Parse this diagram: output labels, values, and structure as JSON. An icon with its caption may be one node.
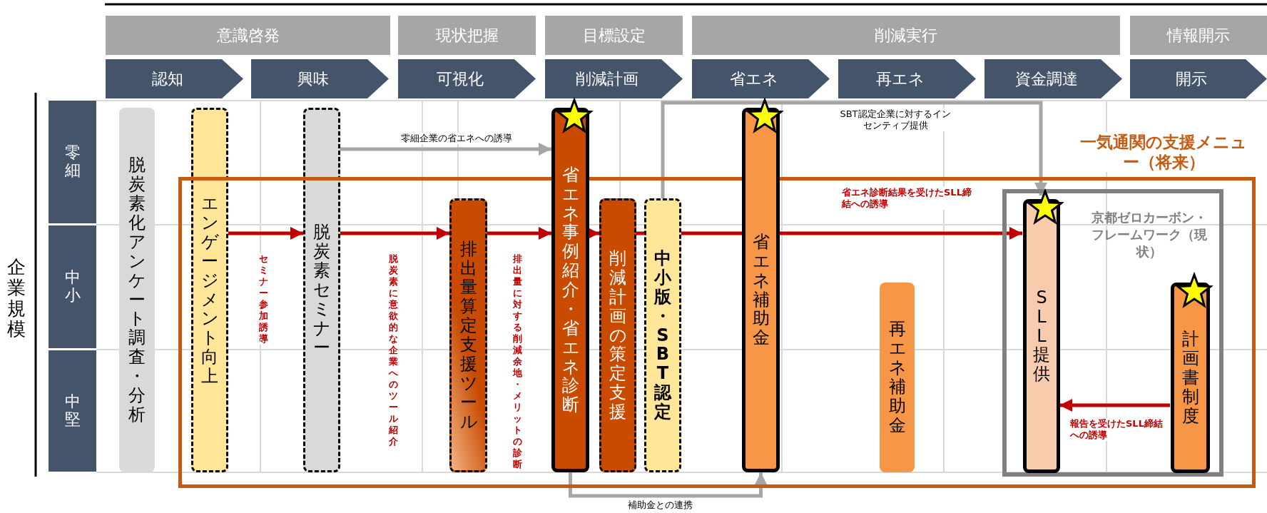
{
  "diagram": {
    "nodes": [
      {
        "text": [
          "意識啓発"
        ]
      },
      {
        "text": [
          "現状把握"
        ]
      },
      {
        "text": [
          "目標設定"
        ]
      },
      {
        "text": [
          "削減実行"
        ]
      },
      {
        "text": [
          "情報開示"
        ]
      },
      {
        "text": [
          "認知"
        ]
      },
      {
        "text": [
          "興味"
        ]
      },
      {
        "text": [
          "可視化"
        ]
      },
      {
        "text": [
          "削減計画"
        ]
      },
      {
        "text": [
          "省エネ"
        ]
      },
      {
        "text": [
          "再エネ"
        ]
      },
      {
        "text": [
          "資金調達"
        ]
      },
      {
        "text": [
          "開示"
        ]
      },
      {
        "text": [
          "零細"
        ]
      },
      {
        "text": [
          "中小"
        ]
      },
      {
        "text": [
          "中堅"
        ]
      },
      {
        "text": [
          "脱炭素化アンケート調査・分析"
        ]
      },
      {
        "text": [
          "エンゲージメント向上"
        ]
      },
      {
        "text": [
          "脱炭素セミナー"
        ]
      },
      {
        "text": [
          "一気通関の支援メニュー（将来）"
        ]
      },
      {
        "text": [
          "排出量算定支援ツール"
        ],
        "in": 19
      },
      {
        "text": [
          "省エネ事例紹介・省エネ診断"
        ]
      },
      {
        "text": [
          "削減計画の策定支援"
        ],
        "in": 19
      },
      {
        "text": [
          "中小版・SBT認定"
        ],
        "in": 19
      },
      {
        "text": [
          "省エネ補助金"
        ]
      },
      {
        "text": [
          "再エネ補助金"
        ],
        "in": 19
      },
      {
        "text": [
          "京都ゼロカーボン・フレームワーク（現状）"
        ],
        "in": 19
      },
      {
        "text": [
          "SLL提供"
        ],
        "in": 26
      },
      {
        "text": [
          "計画書制度"
        ],
        "in": 26
      }
    ],
    "edges": [
      {
        "from": 17,
        "to": 18,
        "arrow": "to",
        "label": "セミナー参加誘導"
      },
      {
        "from": 18,
        "to": 20,
        "arrow": "to",
        "label": "脱炭素に意欲的な企業へのツール紹介"
      },
      {
        "from": 20,
        "to": 21,
        "arrow": "to",
        "label": "排出量に対する削減余地・メリットの診断"
      },
      {
        "from": 21,
        "to": 22,
        "arrow": "to"
      },
      {
        "from": 22,
        "to": 23,
        "arrow": "none"
      },
      {
        "from": 23,
        "to": 24,
        "arrow": "none"
      },
      {
        "from": 24,
        "to": 27,
        "arrow": "to",
        "label": "省エネ診断結果を受けたSLL締結への誘導"
      },
      {
        "from": 28,
        "to": 27,
        "arrow": "to",
        "label": "報告を受けたSLL締結への誘導"
      },
      {
        "from": 18,
        "to": 21,
        "arrow": "to",
        "label": "零細企業の省エネへの誘導",
        "color": "#a6a6a6"
      },
      {
        "from": 23,
        "to": 27,
        "arrow": "to",
        "label": "SBT認定企業に対するインセンティブ提供",
        "color": "#a6a6a6"
      },
      {
        "from": 21,
        "to": 24,
        "arrow": "to",
        "label": "補助金との連携",
        "color": "#a6a6a6"
      }
    ],
    "labels": [
      "企業規模"
    ]
  }
}
